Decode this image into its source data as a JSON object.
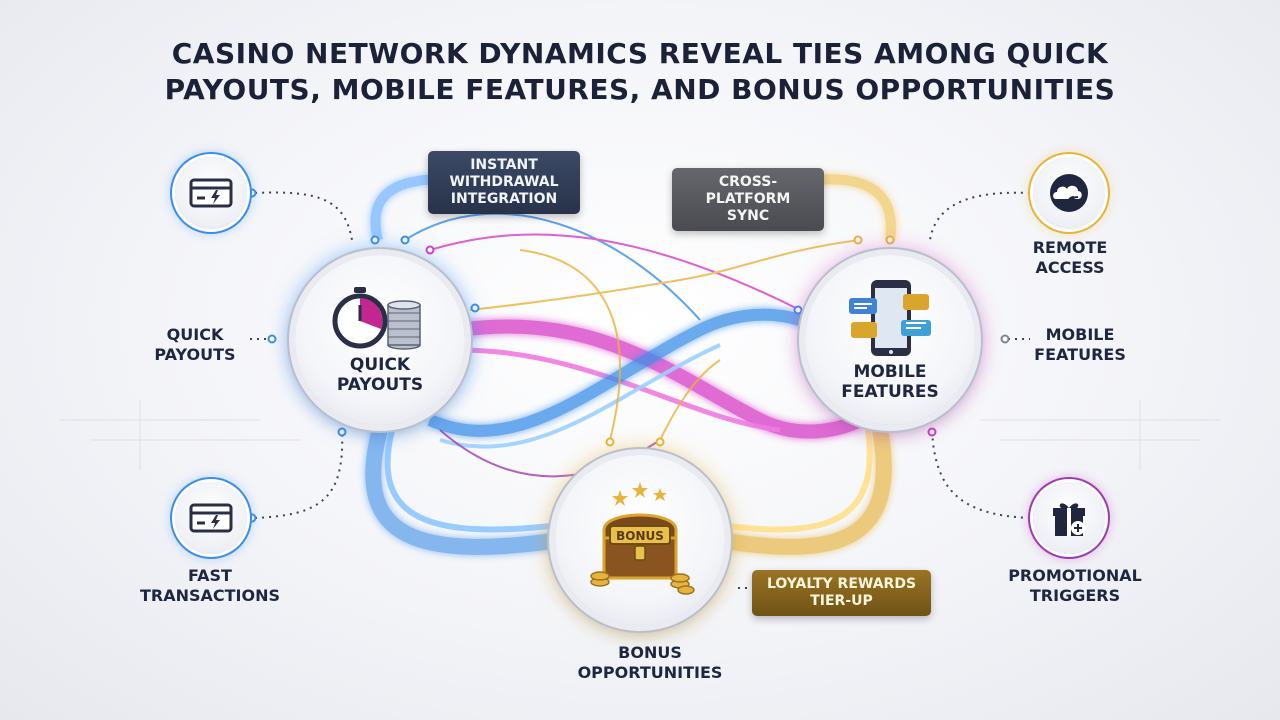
{
  "title": {
    "line1": "Casino Network Dynamics Reveal Ties Among Quick",
    "line2": "Payouts, Mobile Features, and Bonus Opportunities"
  },
  "hubs": {
    "quick_payouts": {
      "label": "Quick Payouts",
      "icon": "stopwatch-coins-icon"
    },
    "mobile_features": {
      "label": "Mobile Features",
      "icon": "smartphone-chat-icon"
    },
    "bonus": {
      "label": "Bonus",
      "icon": "treasure-chest-icon"
    }
  },
  "satellites": {
    "top_left": {
      "icon": "credit-card-icon"
    },
    "bottom_left": {
      "icon": "credit-card-icon"
    },
    "top_right": {
      "icon": "cloud-signal-icon"
    },
    "bottom_right": {
      "icon": "gift-icon"
    }
  },
  "labels": {
    "quick_payouts": "Quick Payouts",
    "fast_transactions": "Fast Transactions",
    "remote_access": "Remote Access",
    "mobile_features": "Mobile Features",
    "promotional_triggers": "Promotional Triggers",
    "bonus_opportunities": "Bonus Opportunities"
  },
  "tags": {
    "instant_withdrawal": "Instant Withdrawal Integration",
    "cross_platform": "Cross-Platform Sync",
    "loyalty": "Loyalty Rewards Tier-Up"
  },
  "colors": {
    "blue": "#3a8ee8",
    "magenta": "#d63ac6",
    "gold": "#e8b33a",
    "purple": "#a03ab0",
    "dark_navy": "#1b2238"
  }
}
